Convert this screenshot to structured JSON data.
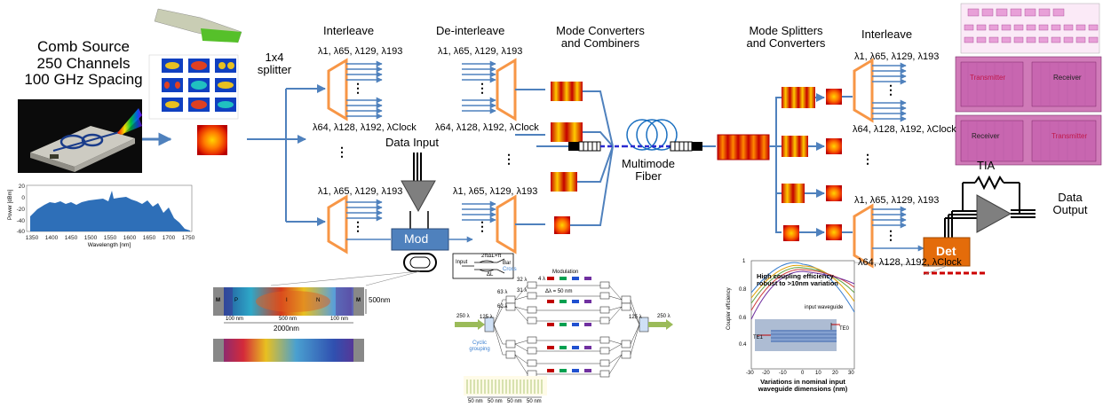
{
  "source": {
    "title_lines": [
      "Comb Source",
      "250 Channels",
      "100 GHz Spacing"
    ],
    "spectrum": {
      "ylabel": "Power [dBm]",
      "xlabel": "Wavelength [nm]",
      "yticks": [
        "20",
        "0",
        "-20",
        "-40",
        "-60"
      ],
      "xticks": [
        "1350",
        "1400",
        "1450",
        "1500",
        "1550",
        "1600",
        "1650",
        "1700",
        "1750"
      ]
    }
  },
  "splitter": {
    "label_lines": [
      "1x4",
      "splitter"
    ]
  },
  "interleave": {
    "title": "Interleave",
    "top_label": "λ1, λ65, λ129, λ193",
    "bottom_label": "λ64, λ128, λ192, λClock",
    "lower_top_label": "λ1, λ65, λ129, λ193"
  },
  "data_input": {
    "label": "Data Input"
  },
  "modulator": {
    "label": "Mod"
  },
  "deinterleave": {
    "title": "De-interleave",
    "top_label": "λ1, λ65, λ129, λ193",
    "bottom_label": "λ64, λ128, λ192, λClock",
    "lower_top_label": "λ1, λ65, λ129, λ193"
  },
  "mode_converters": {
    "title_lines": [
      "Mode Converters",
      "and Combiners"
    ]
  },
  "fiber": {
    "label_lines": [
      "Multimode",
      "Fiber"
    ]
  },
  "mode_splitters": {
    "title_lines": [
      "Mode Splitters",
      "and Converters"
    ]
  },
  "rx_interleave": {
    "title": "Interleave",
    "top_label": "λ1, λ65, λ129, λ193",
    "bottom_label": "λ64, λ128, λ192, λClock",
    "lower_top_label": "λ1, λ65, λ129, λ193",
    "lower_bottom_label": "λ64, λ128, λ192, λClock"
  },
  "tia": {
    "label": "TIA"
  },
  "detector": {
    "label": "Det"
  },
  "data_output": {
    "label_lines": [
      "Data",
      "Output"
    ]
  },
  "chip_layout": {
    "labels": [
      "Transmitter",
      "Receiver",
      "Receiver",
      "Transmitter"
    ],
    "colors": {
      "transmitter": "#c0184a",
      "receiver": "#222222"
    }
  },
  "device_cross_section": {
    "labels": [
      "M",
      "P",
      "I",
      "N",
      "M"
    ],
    "height_label": "500nm",
    "width_label": "2000nm",
    "dims": [
      "100 nm",
      "500 nm",
      "100 nm"
    ]
  },
  "wdm_tree": {
    "input_label": "250 λ",
    "output_label": "250 λ",
    "cyclic_label_lines": [
      "Cyclic",
      "grouping"
    ],
    "modulation_label": "Modulation",
    "mzi_labels": [
      "2πΔL×π",
      "Bar",
      "Cross",
      "Input",
      "ΔL"
    ],
    "spacing_label": "Δλ = 50 nm",
    "stage_labels": [
      "125 λ",
      "63 λ",
      "62 λ",
      "32 λ",
      "31 λ",
      "4 λ"
    ],
    "spacing_ticks": [
      "50 nm",
      "50 nm",
      "50 nm",
      "50 nm"
    ]
  },
  "coupler_plot": {
    "title_lines": [
      "High coupling efficiency",
      "robust to >10nm variation"
    ],
    "input_label": "input waveguide",
    "te_left": "TE1",
    "te_right": "TE0",
    "ylabel": "Coupler efficiency",
    "xlabel_lines": [
      "Variations in nominal input",
      "waveguide dimensions (nm)"
    ],
    "yticks": [
      "1",
      "0.8",
      "0.6",
      "0.4"
    ],
    "xticks": [
      "-30",
      "-20",
      "-10",
      "0",
      "10",
      "20",
      "30"
    ]
  },
  "colors": {
    "arrow": "#4f81bd",
    "mux": "#f79646",
    "mod": "#4f81bd",
    "det": "#e46c0a"
  }
}
